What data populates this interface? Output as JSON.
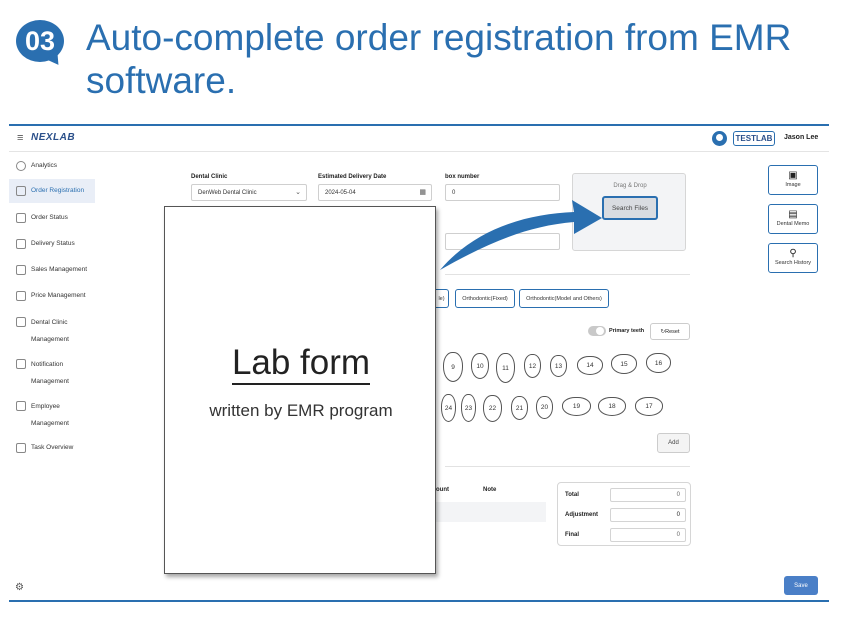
{
  "header": {
    "step_number": "03",
    "headline": "Auto-complete order registration from EMR software.",
    "brand_color": "#2a6fb0"
  },
  "topbar": {
    "logo": "NEXLAB",
    "lab_name": "TESTLAB",
    "user_name": "Jason Lee"
  },
  "sidebar": {
    "items": [
      {
        "label": "Analytics",
        "icon": "chart-icon"
      },
      {
        "label": "Order Registration",
        "icon": "edit-icon",
        "active": true
      },
      {
        "label": "Order Status",
        "icon": "list-icon"
      },
      {
        "label": "Delivery Status",
        "icon": "truck-icon"
      },
      {
        "label": "Sales Management",
        "icon": "cash-icon"
      },
      {
        "label": "Price Management",
        "icon": "price-icon"
      },
      {
        "label": "Dental Clinic Management",
        "icon": "building-icon"
      },
      {
        "label": "Notification Management",
        "icon": "bell-icon"
      },
      {
        "label": "Employee Management",
        "icon": "employee-icon"
      },
      {
        "label": "Task Overview",
        "icon": "calendar-icon"
      }
    ]
  },
  "form": {
    "clinic_label": "Dental Clinic",
    "clinic_value": "DenWeb Dental Clinic",
    "delivery_label": "Estimated Delivery Date",
    "delivery_value": "2024-05-04",
    "box_label": "box number",
    "box_value": "0"
  },
  "dropzone": {
    "title": "Drag & Drop",
    "button": "Search Files"
  },
  "side_buttons": {
    "image": "Image",
    "memo": "Dental Memo",
    "history": "Search History"
  },
  "chips": {
    "partial": "le)",
    "fixed": "Orthodontic(Fixed)",
    "model": "Orthodontic(Model and Others)"
  },
  "teeth_controls": {
    "primary_label": "Primary teeth",
    "reset_label": "Reset"
  },
  "teeth_upper": [
    "9",
    "10",
    "11",
    "12",
    "13",
    "14",
    "15",
    "16"
  ],
  "teeth_lower": [
    "24",
    "23",
    "22",
    "21",
    "20",
    "19",
    "18",
    "17"
  ],
  "add_label": "Add",
  "table": {
    "col_amount": "ount",
    "col_note": "Note"
  },
  "totals": {
    "total_label": "Total",
    "total_value": "0",
    "adjustment_label": "Adjustment",
    "adjustment_value": "0",
    "final_label": "Final",
    "final_value": "0"
  },
  "save_label": "Save",
  "overlay": {
    "title": "Lab form",
    "subtitle": "written by EMR program"
  }
}
